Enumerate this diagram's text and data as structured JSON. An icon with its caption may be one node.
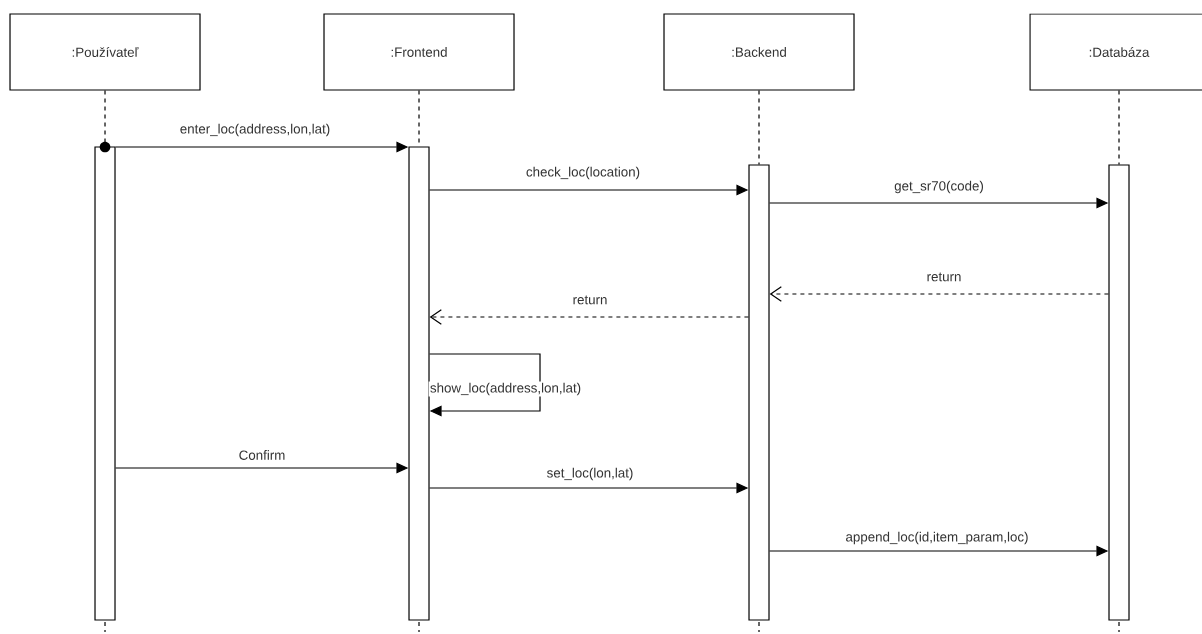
{
  "diagram": {
    "nodes": [
      {
        "text": [
          ":Používateľ"
        ]
      },
      {
        "text": [
          ":Frontend"
        ]
      },
      {
        "text": [
          ":Backend"
        ]
      },
      {
        "text": [
          ":Databáza"
        ]
      },
      {
        "text": [],
        "shape": "bar"
      },
      {
        "text": [],
        "shape": "bar"
      },
      {
        "text": [],
        "shape": "bar"
      },
      {
        "text": [],
        "shape": "bar"
      }
    ],
    "edges": [
      {
        "from": 0,
        "to": 4,
        "arrow": "none",
        "style": "dashed"
      },
      {
        "from": 1,
        "to": 5,
        "arrow": "none",
        "style": "dashed"
      },
      {
        "from": 2,
        "to": 6,
        "arrow": "none",
        "style": "dashed"
      },
      {
        "from": 3,
        "to": 7,
        "arrow": "none",
        "style": "dashed"
      },
      {
        "from": 4,
        "to": 5,
        "arrow": "to",
        "label": "enter_loc(address,lon,lat)"
      },
      {
        "from": 5,
        "to": 6,
        "arrow": "to",
        "label": "check_loc(location)"
      },
      {
        "from": 6,
        "to": 7,
        "arrow": "to",
        "label": "get_sr70(code)"
      },
      {
        "from": 7,
        "to": 6,
        "arrow": "to",
        "style": "dashed",
        "label": "return"
      },
      {
        "from": 6,
        "to": 5,
        "arrow": "to",
        "style": "dashed",
        "label": "return"
      },
      {
        "from": 5,
        "to": 5,
        "arrow": "to",
        "label": "show_loc(address,lon,lat)"
      },
      {
        "from": 4,
        "to": 5,
        "arrow": "to",
        "label": "Confirm"
      },
      {
        "from": 5,
        "to": 6,
        "arrow": "to",
        "label": "set_loc(lon,lat)"
      },
      {
        "from": 6,
        "to": 7,
        "arrow": "to",
        "label": "append_loc(id,item_param,loc)"
      }
    ]
  }
}
